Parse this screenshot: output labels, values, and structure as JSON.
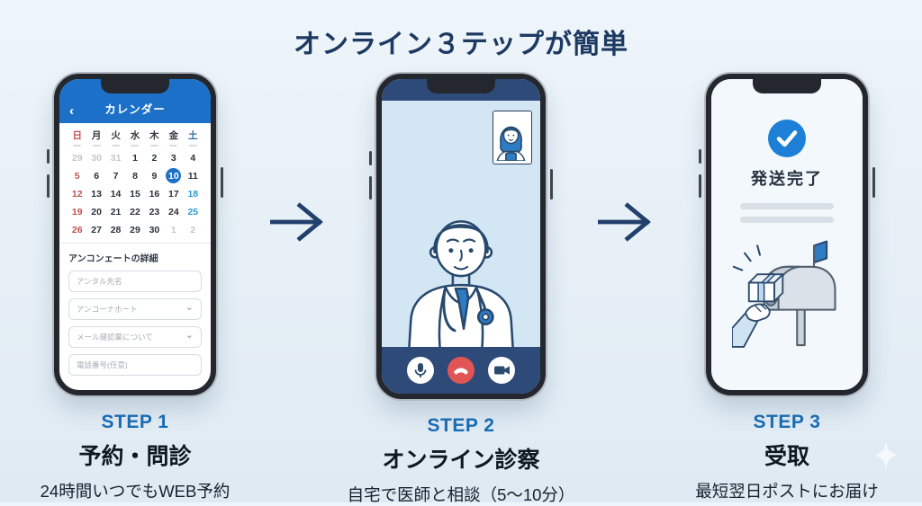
{
  "title": "オンライン３テップが簡単",
  "icons": {
    "back": "‹",
    "chevron_down": "⌄"
  },
  "colors": {
    "accent_blue": "#1d70c8",
    "navy": "#22406d",
    "step_blue": "#1a6db4",
    "call_red": "#e25555",
    "video_bg": "#d3e6f4",
    "calendar_sunday_red": "#c2514f",
    "calendar_saturday_blue": "#2e9bd1",
    "check_blue": "#1d7fd6"
  },
  "phone1": {
    "header": {
      "title": "カレンダー"
    },
    "calendar": {
      "weekdays": [
        {
          "label": "日",
          "cls": "sun"
        },
        {
          "label": "月",
          "cls": ""
        },
        {
          "label": "火",
          "cls": ""
        },
        {
          "label": "水",
          "cls": ""
        },
        {
          "label": "木",
          "cls": ""
        },
        {
          "label": "金",
          "cls": ""
        },
        {
          "label": "土",
          "cls": "sat"
        }
      ],
      "cells": [
        {
          "n": "29",
          "cls": "dim"
        },
        {
          "n": "30",
          "cls": "dim"
        },
        {
          "n": "31",
          "cls": "dim"
        },
        {
          "n": "1",
          "cls": ""
        },
        {
          "n": "2",
          "cls": ""
        },
        {
          "n": "3",
          "cls": ""
        },
        {
          "n": "4",
          "cls": ""
        },
        {
          "n": "5",
          "cls": "sun"
        },
        {
          "n": "6",
          "cls": ""
        },
        {
          "n": "7",
          "cls": ""
        },
        {
          "n": "8",
          "cls": ""
        },
        {
          "n": "9",
          "cls": ""
        },
        {
          "n": "10",
          "cls": "sel"
        },
        {
          "n": "11",
          "cls": ""
        },
        {
          "n": "12",
          "cls": "sun"
        },
        {
          "n": "13",
          "cls": ""
        },
        {
          "n": "14",
          "cls": ""
        },
        {
          "n": "15",
          "cls": ""
        },
        {
          "n": "16",
          "cls": ""
        },
        {
          "n": "17",
          "cls": ""
        },
        {
          "n": "18",
          "cls": "sat"
        },
        {
          "n": "19",
          "cls": "sun"
        },
        {
          "n": "20",
          "cls": ""
        },
        {
          "n": "21",
          "cls": ""
        },
        {
          "n": "22",
          "cls": ""
        },
        {
          "n": "23",
          "cls": ""
        },
        {
          "n": "24",
          "cls": ""
        },
        {
          "n": "25",
          "cls": "sat"
        },
        {
          "n": "26",
          "cls": "sun"
        },
        {
          "n": "27",
          "cls": ""
        },
        {
          "n": "28",
          "cls": ""
        },
        {
          "n": "29",
          "cls": ""
        },
        {
          "n": "30",
          "cls": ""
        },
        {
          "n": "1",
          "cls": "dim"
        },
        {
          "n": "2",
          "cls": "dim"
        }
      ]
    },
    "form": {
      "heading": "アンコンェートの詳細",
      "fields": [
        {
          "placeholder": "アンタル先名",
          "type": "input"
        },
        {
          "placeholder": "アンコーナホート",
          "type": "select"
        },
        {
          "placeholder": "メール健認薬について",
          "type": "select"
        },
        {
          "placeholder": "電話番号(任意)",
          "type": "input"
        }
      ]
    }
  },
  "phone3": {
    "status": "発送完了"
  },
  "steps": [
    {
      "step": "STEP 1",
      "name": "予約・問診",
      "desc": "24時間いつでもWEB予約"
    },
    {
      "step": "STEP 2",
      "name": "オンライン診察",
      "desc": "自宅で医師と相談（5〜10分）"
    },
    {
      "step": "STEP 3",
      "name": "受取",
      "desc": "最短翌日ポストにお届け"
    }
  ]
}
